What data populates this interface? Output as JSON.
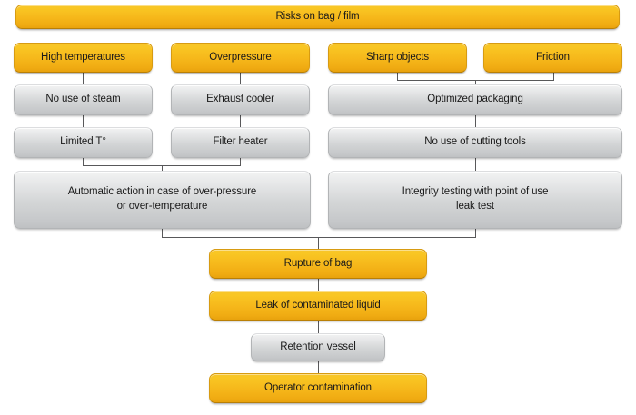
{
  "diagram": {
    "title": "Risks on bag / film",
    "type": "flowchart",
    "palette": {
      "risk_fill": "#f6b81b",
      "control_fill": "#d3d5d6",
      "connector": "#58585a",
      "text": "#1a1a1a",
      "background": "#ffffff"
    },
    "nodes": {
      "header": {
        "label": "Risks on bag / film",
        "style": "yellow"
      },
      "risk_high_temperatures": {
        "label": "High temperatures",
        "style": "yellow"
      },
      "risk_overpressure": {
        "label": "Overpressure",
        "style": "yellow"
      },
      "risk_sharp_objects": {
        "label": "Sharp objects",
        "style": "yellow"
      },
      "risk_friction": {
        "label": "Friction",
        "style": "yellow"
      },
      "control_no_use_of_steam": {
        "label": "No use of steam",
        "style": "gray"
      },
      "control_exhaust_cooler": {
        "label": "Exhaust cooler",
        "style": "gray"
      },
      "control_optimized_packaging": {
        "label": "Optimized packaging",
        "style": "gray"
      },
      "control_limited_t": {
        "label": "Limited T°",
        "style": "gray"
      },
      "control_filter_heater": {
        "label": "Filter heater",
        "style": "gray"
      },
      "control_no_use_of_cutting_tools": {
        "label": "No use of cutting tools",
        "style": "gray"
      },
      "control_automatic_action": {
        "label": "Automatic action in case of over-pressure\nor over-temperature",
        "style": "gray"
      },
      "control_integrity_testing": {
        "label": "Integrity testing with point of use\nleak test",
        "style": "gray"
      },
      "outcome_rupture_of_bag": {
        "label": "Rupture of bag",
        "style": "yellow"
      },
      "outcome_leak_of_contaminated_liquid": {
        "label": "Leak of contaminated liquid",
        "style": "yellow"
      },
      "control_retention_vessel": {
        "label": "Retention vessel",
        "style": "gray"
      },
      "outcome_operator_contamination": {
        "label": "Operator contamination",
        "style": "yellow"
      }
    }
  }
}
